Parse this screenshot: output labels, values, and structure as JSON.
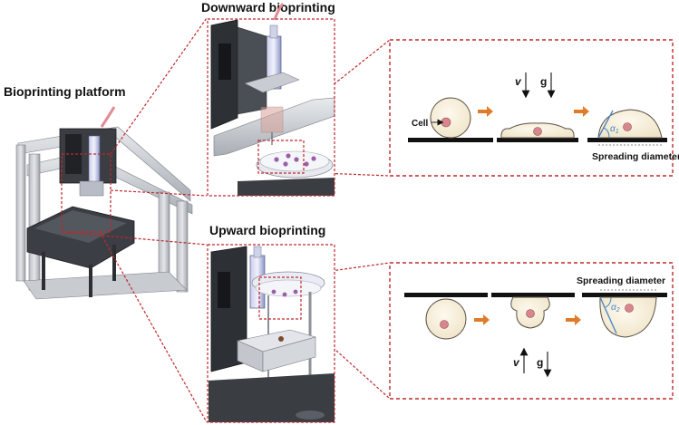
{
  "titles": {
    "downward": "Downward bioprinting",
    "platform": "Bioprinting platform",
    "upward": "Upward bioprinting"
  },
  "downward_panel": {
    "v": "v",
    "g": "g",
    "cell_label": "Cell",
    "alpha": "α",
    "alpha_sub": "1",
    "spreading": "Spreading diameter"
  },
  "upward_panel": {
    "v": "v",
    "g": "g",
    "alpha": "α",
    "alpha_sub": "2",
    "spreading": "Spreading diameter"
  },
  "colors": {
    "dashed_red": "#c0282d",
    "arrow_orange": "#e07b2a",
    "contact_blue": "#4a86c5",
    "cell_fill": "#f8f1df",
    "nucleus": "#d9878d",
    "plate": "#111111"
  }
}
